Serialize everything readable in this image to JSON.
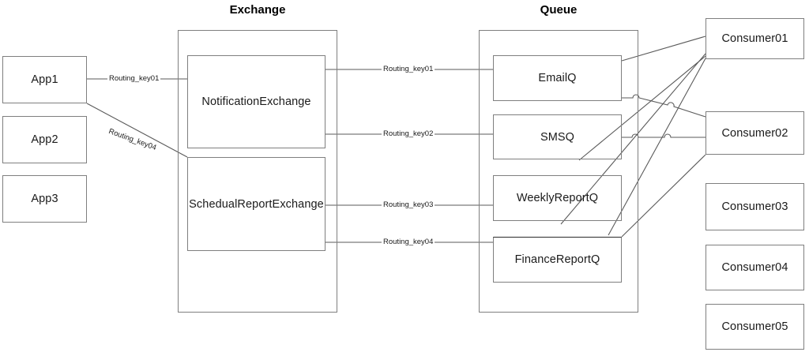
{
  "diagram": {
    "title_exchange": "Exchange",
    "title_queue": "Queue",
    "line_color": "#5a5a5a",
    "box_border_color": "#7f7f7f",
    "text_color": "#1a1a1a",
    "background": "#ffffff"
  },
  "producers": [
    {
      "label": "App1"
    },
    {
      "label": "App2"
    },
    {
      "label": "App3"
    }
  ],
  "exchanges": [
    {
      "label": "NotificationExchange"
    },
    {
      "label": "SchedualReportExchange"
    }
  ],
  "queues": [
    {
      "label": "EmailQ"
    },
    {
      "label": "SMSQ"
    },
    {
      "label": "WeeklyReportQ"
    },
    {
      "label": "FinanceReportQ"
    }
  ],
  "consumers": [
    {
      "label": "Consumer01"
    },
    {
      "label": "Consumer02"
    },
    {
      "label": "Consumer03"
    },
    {
      "label": "Consumer04"
    },
    {
      "label": "Consumer05"
    }
  ],
  "routing_keys": {
    "app_to_notification": "Routing_key01",
    "app_to_schedual": "Routing_key04",
    "notification_to_emailq": "Routing_key01",
    "notification_to_smsq": "Routing_key02",
    "schedual_to_weeklyq": "Routing_key03",
    "schedual_to_financeq": "Routing_key04"
  },
  "bindings": [
    {
      "from": "EmailQ",
      "to": "Consumer01"
    },
    {
      "from": "EmailQ",
      "to": "Consumer02"
    },
    {
      "from": "SMSQ",
      "to": "Consumer01"
    },
    {
      "from": "SMSQ",
      "to": "Consumer02"
    },
    {
      "from": "WeeklyReportQ",
      "to": "Consumer01"
    },
    {
      "from": "FinanceReportQ",
      "to": "Consumer01"
    },
    {
      "from": "FinanceReportQ",
      "to": "Consumer02"
    }
  ]
}
